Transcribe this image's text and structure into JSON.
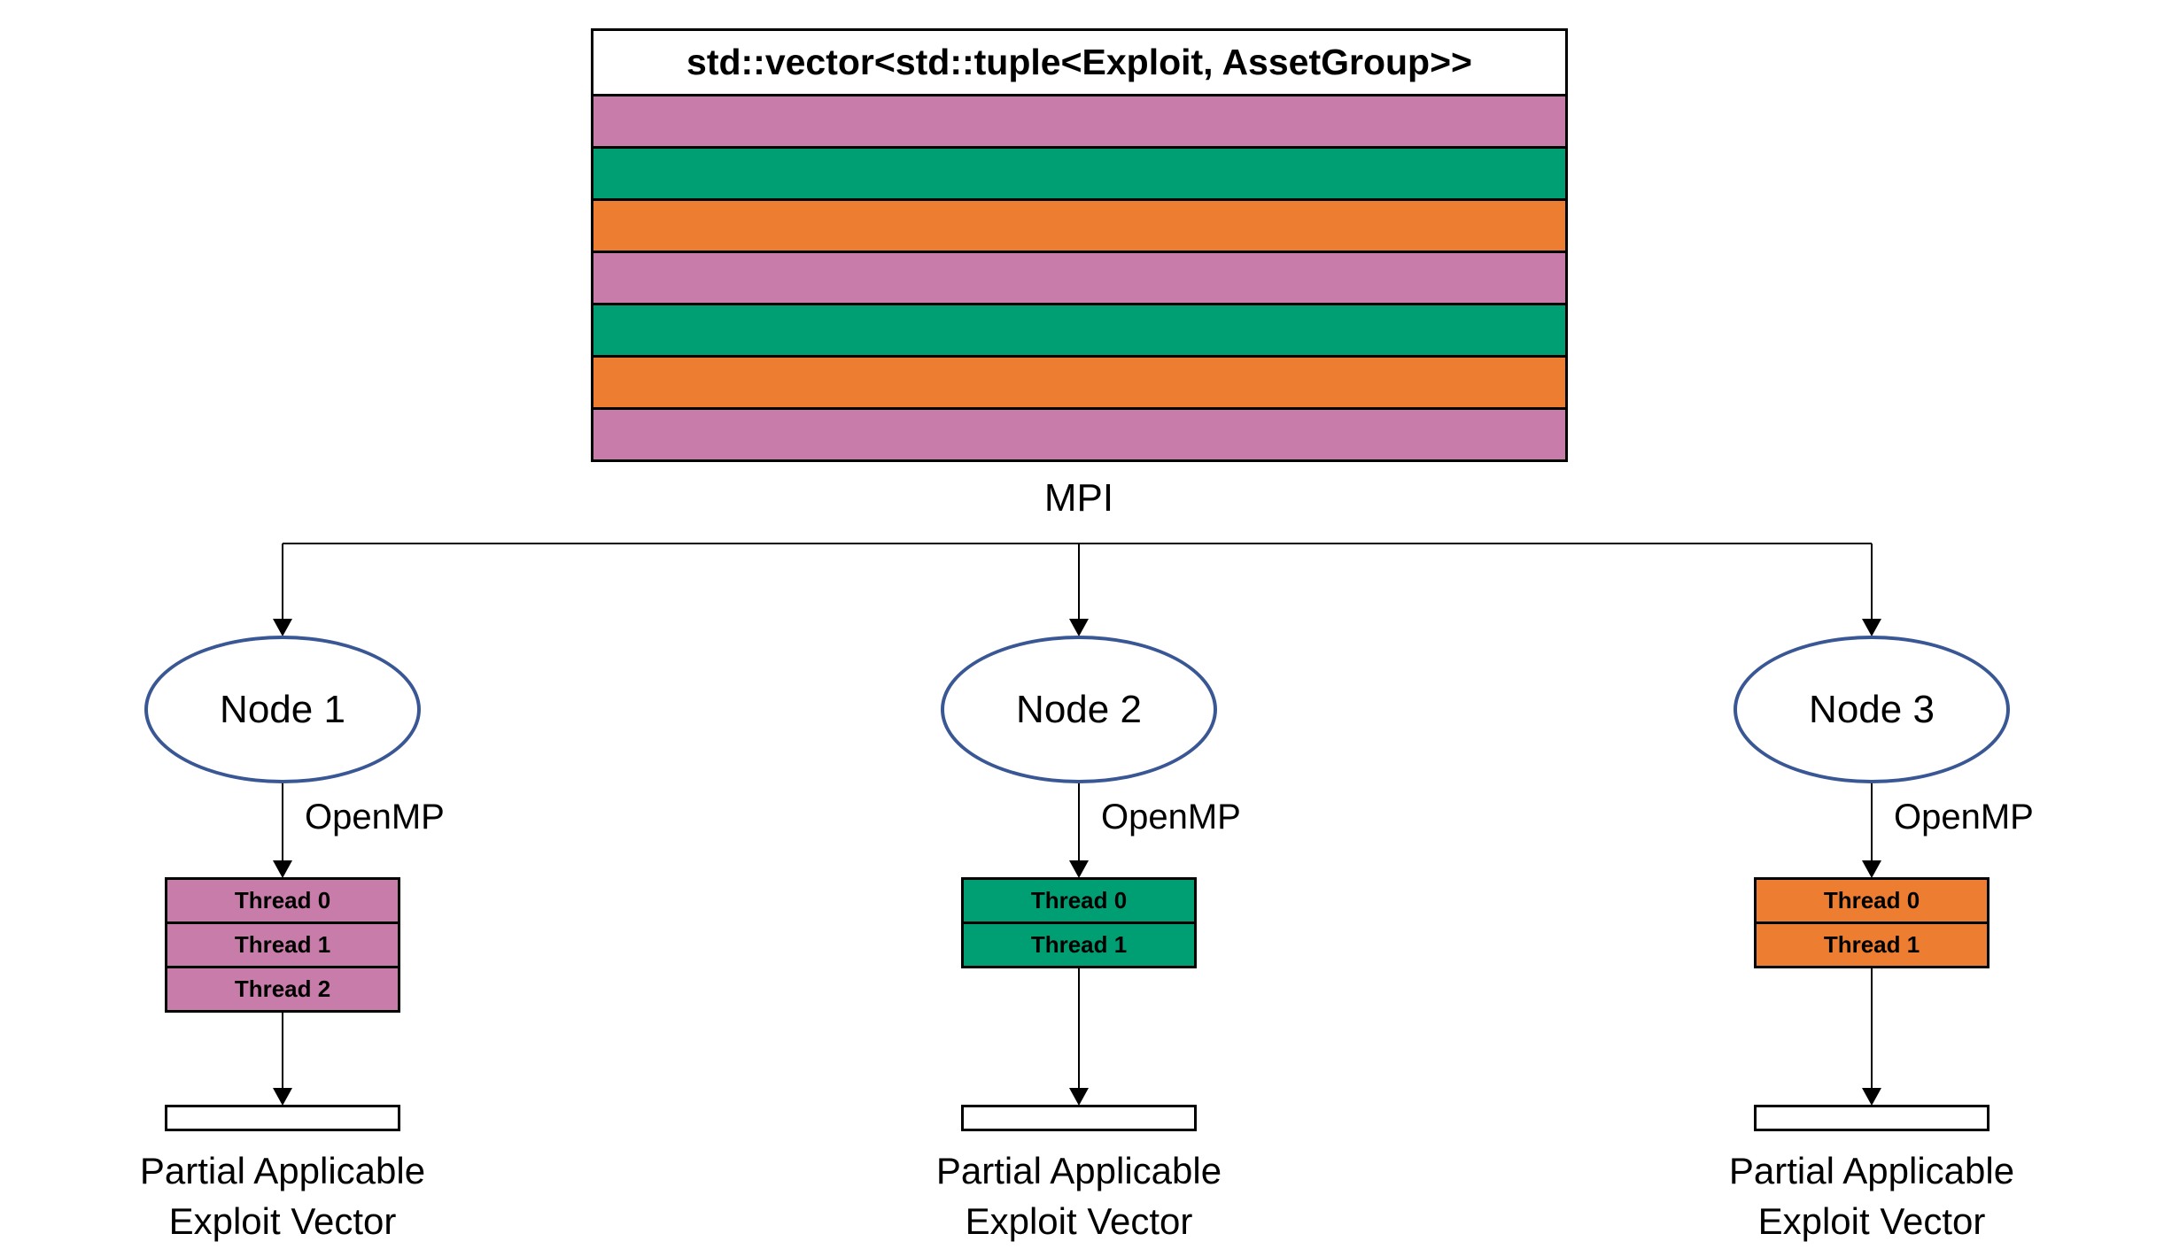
{
  "diagram": {
    "vector_box": {
      "title": "std::vector<std::tuple<Exploit, AssetGroup>>",
      "stripe_colors": [
        "#C87CA9",
        "#009E73",
        "#ED7D31",
        "#C87CA9",
        "#009E73",
        "#ED7D31",
        "#C87CA9"
      ]
    },
    "mpi_label": "MPI",
    "colors": {
      "pink": "#C87CA9",
      "green": "#009E73",
      "orange": "#ED7D31",
      "node_outline": "#3A5795",
      "line": "#000000"
    },
    "nodes": [
      {
        "label": "Node 1",
        "openmp_label": "OpenMP",
        "color": "#C87CA9",
        "threads": [
          "Thread 0",
          "Thread 1",
          "Thread 2"
        ],
        "caption": [
          "Partial Applicable",
          "Exploit Vector"
        ]
      },
      {
        "label": "Node 2",
        "openmp_label": "OpenMP",
        "color": "#009E73",
        "threads": [
          "Thread 0",
          "Thread 1"
        ],
        "caption": [
          "Partial Applicable",
          "Exploit Vector"
        ]
      },
      {
        "label": "Node 3",
        "openmp_label": "OpenMP",
        "color": "#ED7D31",
        "threads": [
          "Thread 0",
          "Thread 1"
        ],
        "caption": [
          "Partial Applicable",
          "Exploit Vector"
        ]
      }
    ]
  }
}
